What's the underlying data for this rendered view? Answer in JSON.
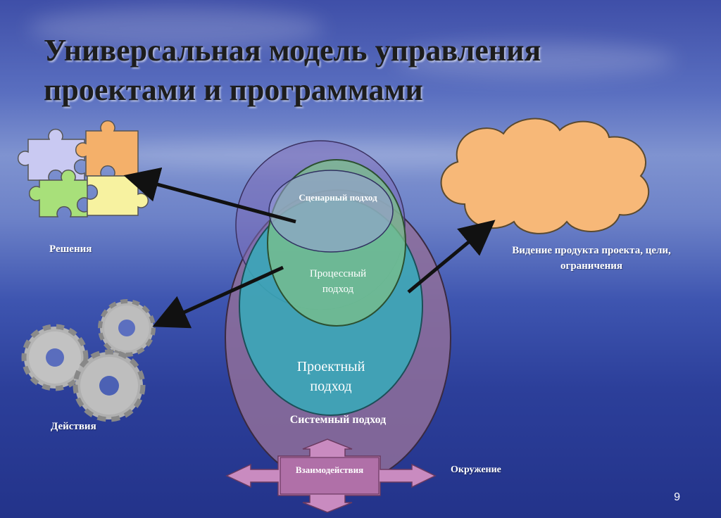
{
  "title": {
    "line1": "Универсальная модель управления",
    "line2": "проектами и программами"
  },
  "labels": {
    "scenario": "Сценарный подход",
    "process_line1": "Процессный",
    "process_line2": "подход",
    "project_line1": "Проектный",
    "project_line2": "подход",
    "system": "Системный подход",
    "interaction": "Взаимодействия",
    "environment": "Окружение",
    "decisions": "Решения",
    "actions": "Действия",
    "vision_line1": "Видение продукта проекта, цели,",
    "vision_line2": "ограничения"
  },
  "page_number": "9",
  "colors": {
    "puzzle": [
      "#c9c9f2",
      "#f4b06a",
      "#a8e07a",
      "#f7f2a0"
    ],
    "cloud": "#f7b878",
    "gear": "#b4b4b4",
    "system_ellipse": "#8f6f9a",
    "project_ellipse": "#3aa7b8",
    "process_ellipse": "#7cc08a",
    "scenario_ellipse": "#9aa0d8",
    "arrow_fill": "#c98bc0"
  }
}
